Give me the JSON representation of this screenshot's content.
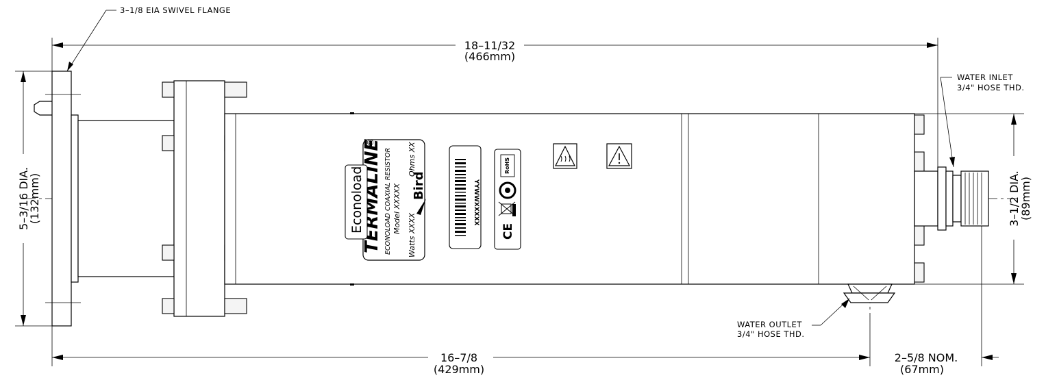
{
  "callouts": {
    "flange": "3–1/8 EIA SWIVEL FLANGE",
    "inlet_line1": "WATER INLET",
    "inlet_line2": "3/4\" HOSE THD.",
    "outlet_line1": "WATER OUTLET",
    "outlet_line2": "3/4\" HOSE THD."
  },
  "dimensions": {
    "overall_length": "18–11/32",
    "overall_length_mm": "(466mm)",
    "body_length": "16–7/8",
    "body_length_mm": "(429mm)",
    "nominal": "2–5/8 NOM.",
    "nominal_mm": "(67mm)",
    "flange_dia": "5–3/16 DIA.",
    "flange_dia_mm": "(132mm)",
    "body_dia": "3–1/2 DIA.",
    "body_dia_mm": "(89mm)"
  },
  "label": {
    "brand": "TERMALINE",
    "registered": "®",
    "product": "ECONOLOAD COAXIAL RESISTOR",
    "model": "Model XXXXX",
    "watts": "Watts XXXX",
    "ohms": "Ohms XX",
    "company": "Bird",
    "series_badge": "Econoload",
    "barcode_text": "YYWWXXXXX",
    "rohs": "RoHS",
    "ce": "CE"
  },
  "icons": [
    "hot-surface-warning-icon",
    "general-warning-icon",
    "weee-bin-icon",
    "rohs-icon",
    "ce-mark-icon"
  ]
}
